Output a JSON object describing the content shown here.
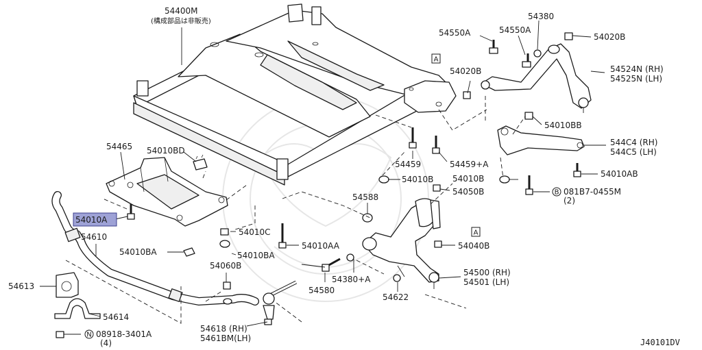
{
  "diagram": {
    "drawing_code": "J40101DV",
    "reference_marker": "A",
    "labels": {
      "frame_main": "54400M",
      "frame_note": "(構成部品は非販売)",
      "bracket_left": "54465",
      "clip": "54010BD",
      "bolt_highlighted": "54010A",
      "stabilizer_bar": "54610",
      "nut_ba": "54010BA",
      "bushing": "54613",
      "clamp": "54614",
      "nut_n": "08918-3401A",
      "nut_n_qty": "(4)",
      "nut_n_prefix": "N",
      "link_rh": "54618 (RH)",
      "link_lh": "5461BM(LH)",
      "nut_bb_bottom": "54060B",
      "nut_c": "54010C",
      "nut_ba_center": "54010BA",
      "bolt_aa": "54010AA",
      "bolt_b": "54010B",
      "nut_588": "54588",
      "bolt_459": "54459",
      "bolt_459a": "54459+A",
      "bolt_380a": "54380+A",
      "bolt_580": "54580",
      "washer_622": "54622",
      "lower_arm_rh": "54500 (RH)",
      "lower_arm_lh": "54501 (LH)",
      "nut_040b": "54040B",
      "nut_050b": "54050B",
      "nut_010b_right": "54010B",
      "bolt_b_code": "081B7-0455M",
      "bolt_b_qty": "(2)",
      "bolt_b_prefix": "B",
      "nut_010ab": "54010AB",
      "link_c4_rh": "544C4 (RH)",
      "link_c5_lh": "544C5 (LH)",
      "nut_010bb": "54010BB",
      "upper_arm_rh": "54524N (RH)",
      "upper_arm_lh": "54525N (LH)",
      "nut_020b_top": "54020B",
      "nut_020b_mid": "54020B",
      "bolt_550a_left": "54550A",
      "bolt_550a_right": "54550A",
      "washer_380": "54380"
    }
  }
}
